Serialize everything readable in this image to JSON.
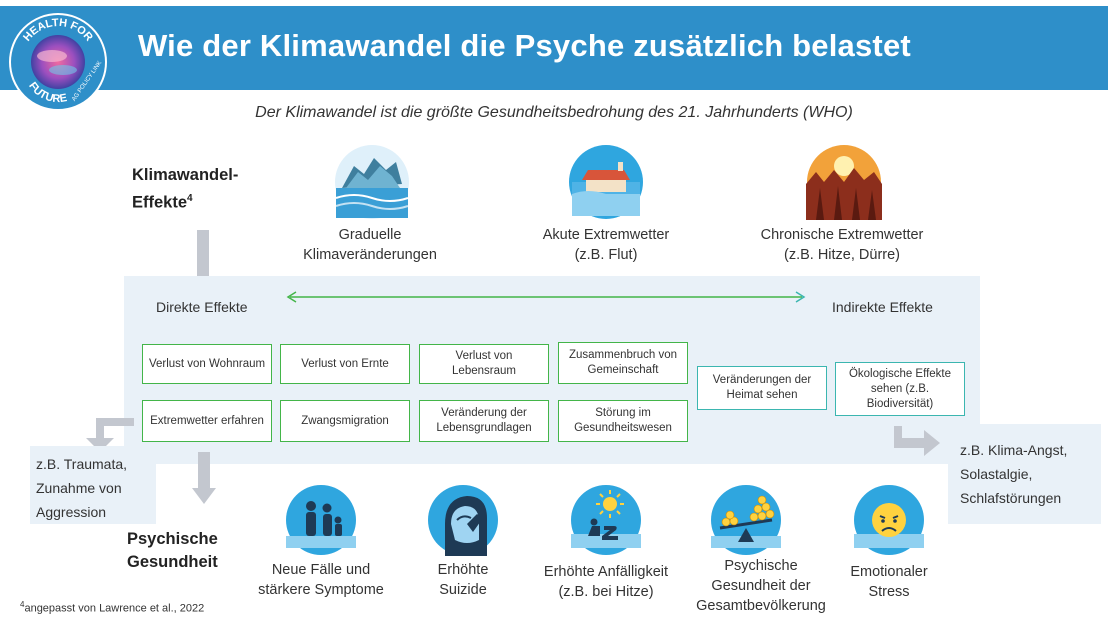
{
  "header": {
    "title": "Wie der Klimawandel die Psyche zusätzlich belastet"
  },
  "logo": {
    "text_top": "HEALTH FOR",
    "text_bottom": "FUTURE",
    "text_side": "AG POLICY LINK"
  },
  "subtitle": "Der Klimawandel ist die größte Gesundheitsbedrohung des 21. Jahrhunderts (WHO)",
  "effects_heading": {
    "line1": "Klimawandel-",
    "line2": "Effekte",
    "sup": "4"
  },
  "climate_effects": [
    {
      "line1": "Graduelle",
      "line2": "Klimaveränderungen",
      "icon": "glacier-icon"
    },
    {
      "line1": "Akute Extremwetter",
      "line2": "(z.B. Flut)",
      "icon": "flood-house-icon"
    },
    {
      "line1": "Chronische Extremwetter",
      "line2": "(z.B. Hitze, Dürre)",
      "icon": "forest-fire-icon"
    }
  ],
  "axis": {
    "left": "Direkte Effekte",
    "right": "Indirekte Effekte"
  },
  "boxes": {
    "col1": [
      "Verlust von Wohnraum",
      "Extremwetter erfahren"
    ],
    "col2": [
      "Verlust von Ernte",
      "Zwangsmigration"
    ],
    "col3": [
      "Verlust von Lebensraum",
      "Veränderung der Lebensgrundlagen"
    ],
    "col4": [
      "Zusammenbruch von Gemeinschaft",
      "Störung im Gesundheitswesen"
    ],
    "col5": [
      "Veränderungen der Heimat sehen"
    ],
    "col6": [
      "Ökologische Effekte sehen (z.B. Biodiversität)"
    ]
  },
  "left_outcome": {
    "line1": "z.B. Traumata,",
    "line2": "Zunahme von",
    "line3": "Aggression"
  },
  "right_outcome": {
    "line1": "z.B. Klima-Angst,",
    "line2": "Solastalgie,",
    "line3": "Schlafstörungen"
  },
  "mental_heading": {
    "line1": "Psychische",
    "line2": "Gesundheit"
  },
  "mental_effects": [
    {
      "lines": [
        "Neue Fälle und",
        "stärkere Symptome"
      ],
      "icon": "family-icon"
    },
    {
      "lines": [
        "Erhöhte",
        "Suizide"
      ],
      "icon": "distressed-person-icon"
    },
    {
      "lines": [
        "Erhöhte Anfälligkeit",
        "(z.B. bei Hitze)"
      ],
      "icon": "heat-vulnerability-icon"
    },
    {
      "lines": [
        "Psychische",
        "Gesundheit der",
        "Gesamtbevölkerung"
      ],
      "icon": "population-balance-icon"
    },
    {
      "lines": [
        "Emotionaler",
        "Stress"
      ],
      "icon": "sad-face-icon"
    }
  ],
  "footnote": {
    "sup": "4",
    "text": "angepasst von Lawrence et al., 2022"
  },
  "colors": {
    "header": "#2e8fc9",
    "green_border": "#43b549",
    "teal_border": "#3bb6b0",
    "panel": "#e9f1f8",
    "arrow_grey": "#c3c7cf"
  }
}
